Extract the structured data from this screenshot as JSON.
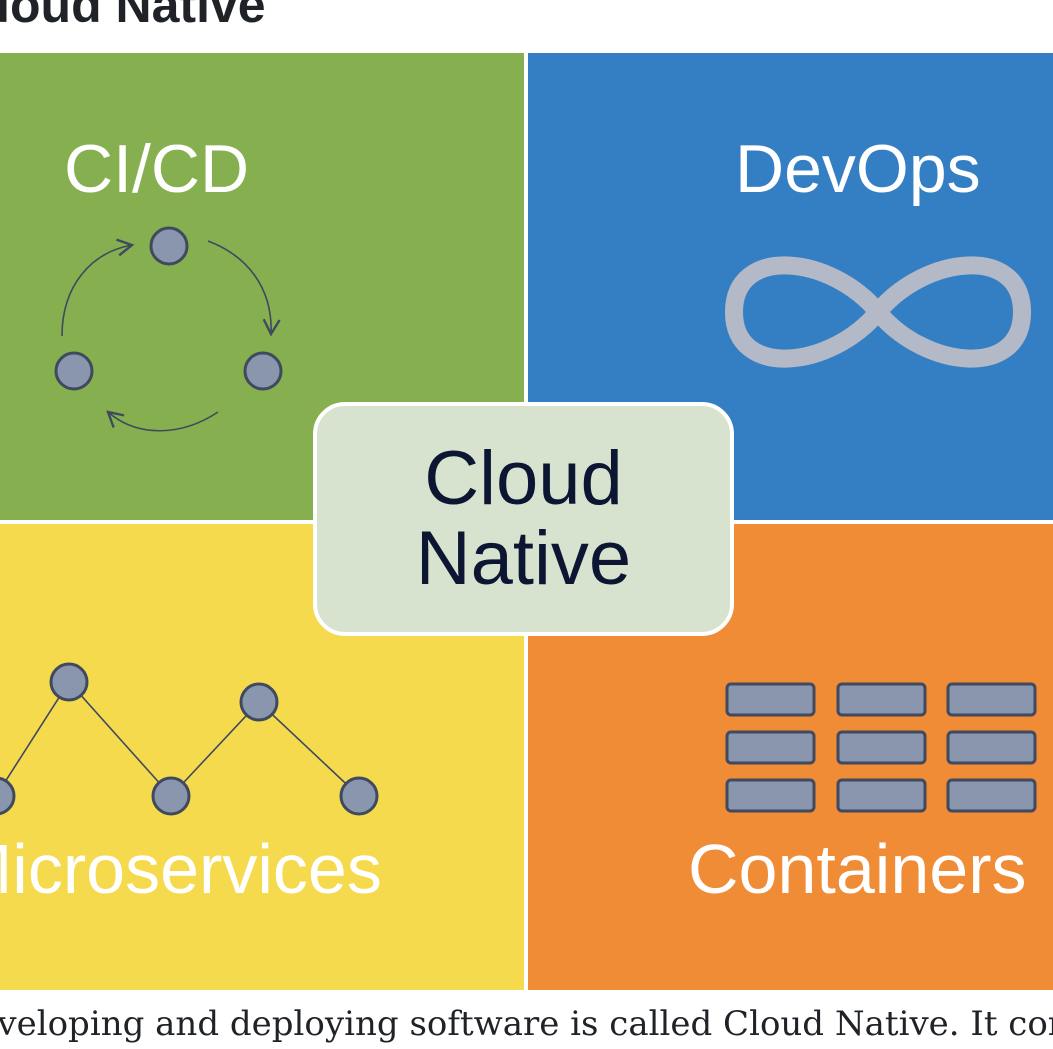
{
  "heading": "Cloud Native",
  "center": {
    "line1": "Cloud",
    "line2": "Native"
  },
  "quadrants": {
    "cicd": {
      "label": "CI/CD",
      "color": "#86b04f",
      "icon": "cycle-icon"
    },
    "devops": {
      "label": "DevOps",
      "color": "#347fc3",
      "icon": "infinity-icon"
    },
    "microservices": {
      "label": "Microservices",
      "color": "#f6da4e",
      "icon": "network-icon"
    },
    "containers": {
      "label": "Containers",
      "color": "#f08b36",
      "icon": "container-grid-icon"
    }
  },
  "caption": "Developing and deploying software is called Cloud Native. It combines"
}
